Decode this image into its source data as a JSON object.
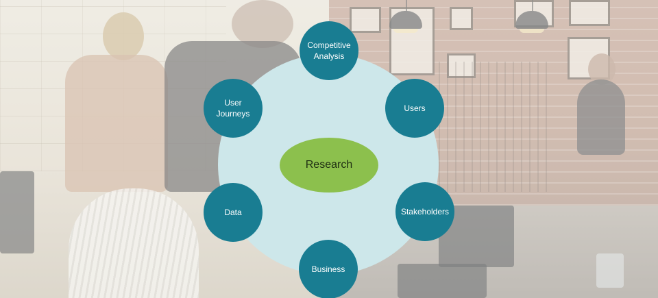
{
  "diagram": {
    "center": {
      "label": "Research"
    },
    "nodes": {
      "competitive_analysis": "Competitive\nAnalysis",
      "users": "Users",
      "stakeholders": "Stakeholders",
      "business": "Business",
      "data": "Data",
      "user_journeys": "User\nJourneys"
    }
  },
  "colors": {
    "ring": "#cde7ea",
    "center": "#8cc04d",
    "node": "#197d92",
    "node_text": "#ffffff"
  }
}
